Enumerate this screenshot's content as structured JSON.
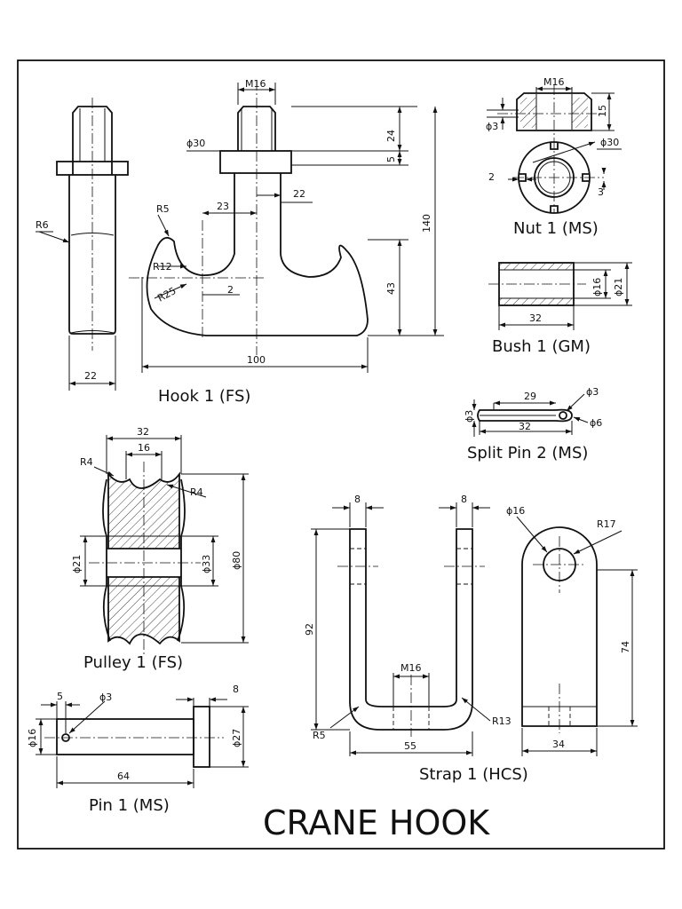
{
  "title": "CRANE HOOK",
  "parts": {
    "hook": "Hook 1 (FS)",
    "nut": "Nut 1 (MS)",
    "bush": "Bush 1 (GM)",
    "split_pin": "Split Pin 2 (MS)",
    "pulley": "Pulley 1 (FS)",
    "strap": "Strap 1 (HCS)",
    "pin": "Pin 1 (MS)"
  },
  "dims": {
    "hook": {
      "m16": "M16",
      "d30": "ϕ30",
      "h24": "24",
      "h5": "5",
      "w22": "22",
      "w23": "23",
      "r5": "R5",
      "r12": "R12",
      "r25": "R25",
      "g2": "2",
      "h43": "43",
      "h140": "140",
      "w100": "100",
      "r6": "R6",
      "side22": "22"
    },
    "nut": {
      "m16": "M16",
      "h15": "15",
      "d3": "ϕ3",
      "d30": "ϕ30",
      "s2": "2",
      "s3": "3"
    },
    "bush": {
      "d16": "ϕ16",
      "d21": "ϕ21",
      "l32": "32"
    },
    "split_pin": {
      "l29": "29",
      "l32": "32",
      "d3a": "ϕ3",
      "d3b": "ϕ3",
      "d6": "ϕ6"
    },
    "pulley": {
      "w32": "32",
      "w16": "16",
      "r4a": "R4",
      "r4b": "R4",
      "d21": "ϕ21",
      "d33": "ϕ33",
      "d80": "ϕ80"
    },
    "strap": {
      "t8a": "8",
      "t8b": "8",
      "h92": "92",
      "m16": "M16",
      "r5": "R5",
      "w55": "55",
      "r13": "R13",
      "d16": "ϕ16",
      "r17": "R17",
      "h74": "74",
      "w34": "34"
    },
    "pin": {
      "p5": "5",
      "d3": "ϕ3",
      "s8": "8",
      "d16": "ϕ16",
      "d27": "ϕ27",
      "l64": "64"
    }
  }
}
